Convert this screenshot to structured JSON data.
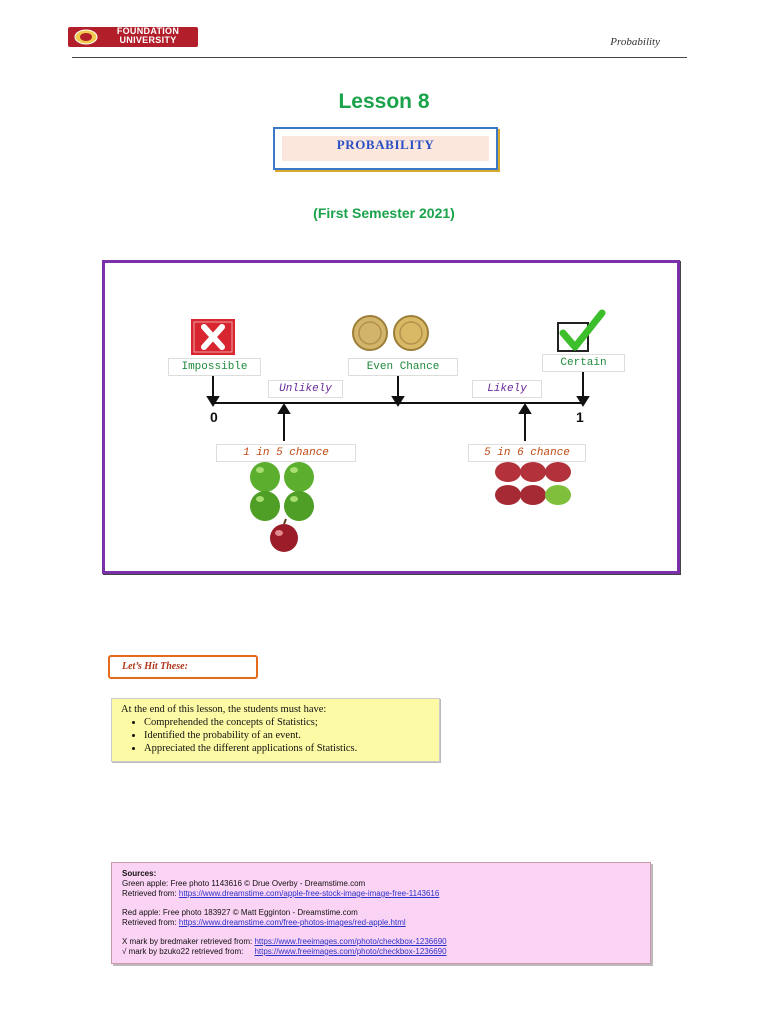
{
  "header": {
    "logo_top": "FOUNDATION",
    "logo_bottom": "UNIVERSITY",
    "subject": "Probability"
  },
  "lesson": {
    "title": "Lesson 8",
    "topic": "PROBABILITY",
    "semester": "(First Semester 2021)"
  },
  "diagram": {
    "labels": {
      "impossible": "Impossible",
      "unlikely": "Unlikely",
      "even": "Even Chance",
      "likely": "Likely",
      "certain": "Certain",
      "one_in_five": "1 in 5 chance",
      "five_in_six": "5 in 6 chance"
    },
    "scale_start": "0",
    "scale_end": "1",
    "colors": {
      "frame": "#7b2fa8",
      "green_text": "#1f8a3b",
      "purple_text": "#6b2a9a",
      "orange_text": "#c04a12"
    },
    "icons": [
      "x-mark-icon",
      "coin-icon",
      "check-mark-icon",
      "green-apple-icon",
      "red-apple-icon"
    ]
  },
  "objectives": {
    "heading": "Let’s Hit These:",
    "intro": "At the end of this lesson, the students must have:",
    "items": [
      "Comprehended the concepts of Statistics;",
      "Identified the probability of an event.",
      "Appreciated the different applications of Statistics."
    ]
  },
  "sources": {
    "heading": "Sources:",
    "green_apple": "Green apple: Free photo 1143616 © Drue Overby - Dreamstime.com",
    "green_apple_retrieved": "Retrieved from: ",
    "green_apple_url": "https://www.dreamstime.com/apple-free-stock-image-image-free-1143616",
    "red_apple": "Red apple: Free photo 183927 © Matt Egginton - Dreamstime.com",
    "red_apple_retrieved": "Retrieved from: ",
    "red_apple_url": "https://www.dreamstime.com/free-photos-images/red-apple.html",
    "x_mark": "X mark by bredmaker retrieved from: ",
    "x_mark_url": "https://www.freeimages.com/photo/checkbox-1236690",
    "check_mark": "√ mark by bzuko22 retrieved from:     ",
    "check_mark_url": "https://www.freeimages.com/photo/checkbox-1236690"
  }
}
